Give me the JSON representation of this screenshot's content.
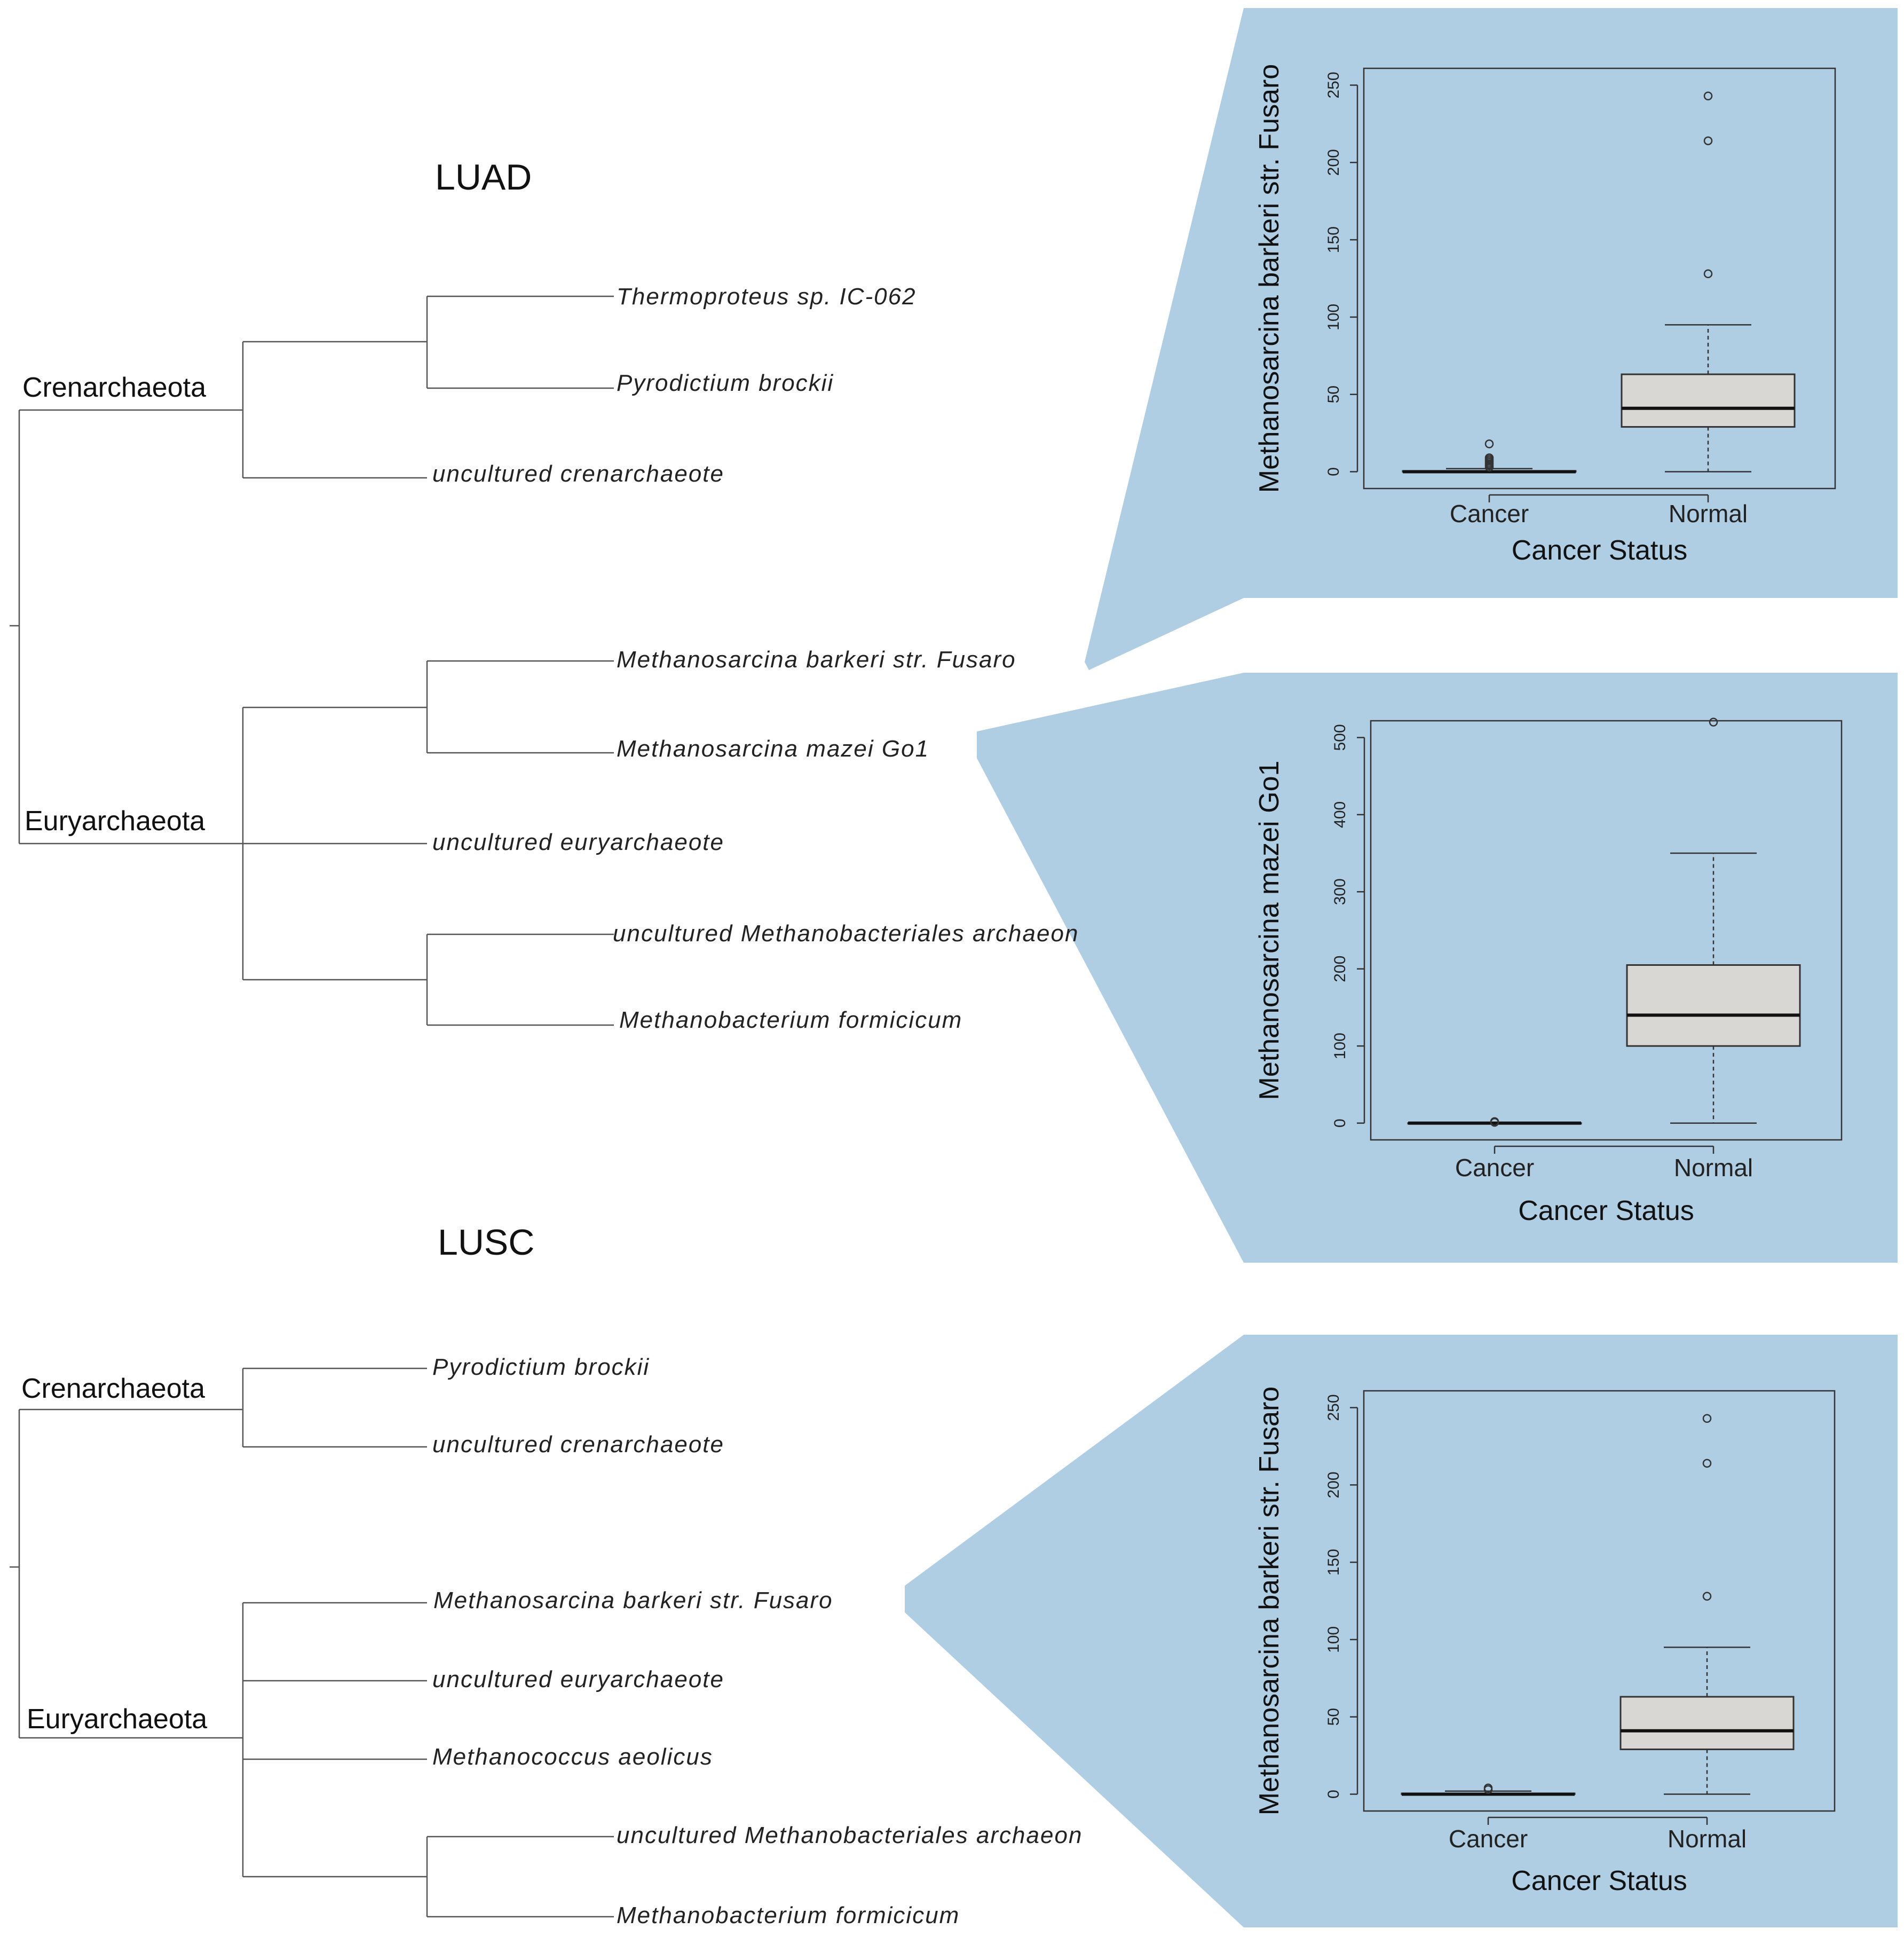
{
  "colors": {
    "callout": "#afcde3",
    "box_fill": "#d9d7d3",
    "line": "#555555"
  },
  "trees": [
    {
      "title": "LUAD",
      "phyla": [
        "Crenarchaeota",
        "Euryarchaeota"
      ],
      "leaves": [
        "Thermoproteus sp. IC-062",
        "Pyrodictium brockii",
        "uncultured crenarchaeote",
        "Methanosarcina barkeri str. Fusaro",
        "Methanosarcina mazei Go1",
        "uncultured euryarchaeote",
        "uncultured Methanobacteriales archaeon",
        "Methanobacterium formicicum"
      ]
    },
    {
      "title": "LUSC",
      "phyla": [
        "Crenarchaeota",
        "Euryarchaeota"
      ],
      "leaves": [
        "Pyrodictium brockii",
        "uncultured crenarchaeote",
        "Methanosarcina barkeri str. Fusaro",
        "uncultured euryarchaeote",
        "Methanococcus aeolicus",
        "uncultured Methanobacteriales archaeon",
        "Methanobacterium formicicum"
      ]
    }
  ],
  "chart_data": [
    {
      "type": "box",
      "ylabel": "Methanosarcina barkeri str. Fusaro",
      "xlabel": "Cancer Status",
      "categories": [
        "Cancer",
        "Normal"
      ],
      "ylim": [
        0,
        250
      ],
      "yticks": [
        0,
        50,
        100,
        150,
        200,
        250
      ],
      "boxes": [
        {
          "category": "Cancer",
          "min": 0,
          "q1": 0,
          "median": 0,
          "q3": 0.5,
          "max": 2,
          "outliers": [
            3,
            4,
            5,
            6,
            7,
            8,
            9,
            18
          ]
        },
        {
          "category": "Normal",
          "min": 0,
          "q1": 29,
          "median": 41,
          "q3": 63,
          "max": 95,
          "outliers": [
            128,
            214,
            243
          ]
        }
      ]
    },
    {
      "type": "box",
      "ylabel": "Methanosarcina mazei Go1",
      "xlabel": "Cancer Status",
      "categories": [
        "Cancer",
        "Normal"
      ],
      "ylim": [
        0,
        500
      ],
      "yticks": [
        0,
        100,
        200,
        300,
        400,
        500
      ],
      "boxes": [
        {
          "category": "Cancer",
          "min": 0,
          "q1": 0,
          "median": 0,
          "q3": 0,
          "max": 0,
          "outliers": [
            1,
            2
          ]
        },
        {
          "category": "Normal",
          "min": 0,
          "q1": 100,
          "median": 140,
          "q3": 205,
          "max": 350,
          "outliers": [
            520
          ]
        }
      ]
    },
    {
      "type": "box",
      "ylabel": "Methanosarcina barkeri str. Fusaro",
      "xlabel": "Cancer Status",
      "categories": [
        "Cancer",
        "Normal"
      ],
      "ylim": [
        0,
        250
      ],
      "yticks": [
        0,
        50,
        100,
        150,
        200,
        250
      ],
      "boxes": [
        {
          "category": "Cancer",
          "min": 0,
          "q1": 0,
          "median": 0,
          "q3": 0.5,
          "max": 2,
          "outliers": [
            3,
            4
          ]
        },
        {
          "category": "Normal",
          "min": 0,
          "q1": 29,
          "median": 41,
          "q3": 63,
          "max": 95,
          "outliers": [
            128,
            214,
            243
          ]
        }
      ]
    }
  ]
}
